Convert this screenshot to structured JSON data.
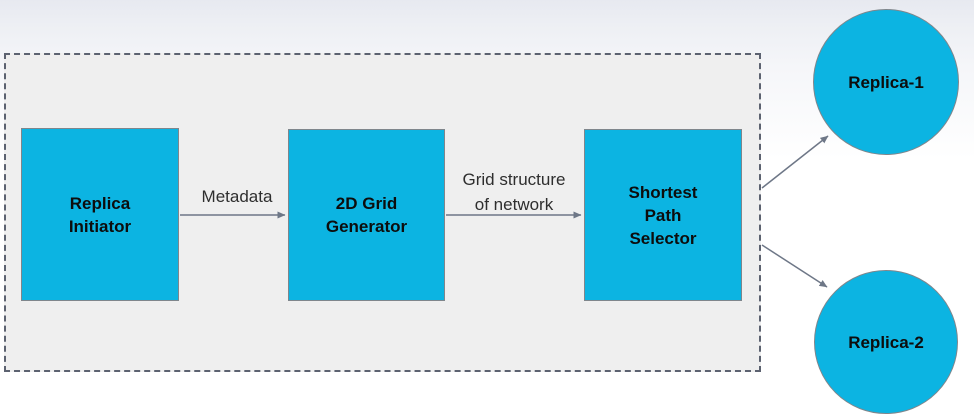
{
  "diagram": {
    "nodes": [
      {
        "id": "replica-initiator",
        "shape": "rect",
        "label": "Replica\nInitiator"
      },
      {
        "id": "2d-grid-generator",
        "shape": "rect",
        "label": "2D Grid\nGenerator"
      },
      {
        "id": "shortest-path-selector",
        "shape": "rect",
        "label": "Shortest\nPath\nSelector"
      },
      {
        "id": "replica-1",
        "shape": "circle",
        "label": "Replica-1"
      },
      {
        "id": "replica-2",
        "shape": "circle",
        "label": "Replica-2"
      }
    ],
    "edges": [
      {
        "from": "replica-initiator",
        "to": "2d-grid-generator",
        "label": "Metadata"
      },
      {
        "from": "2d-grid-generator",
        "to": "shortest-path-selector",
        "label": "Grid structure\nof network"
      },
      {
        "from": "shortest-path-selector",
        "to": "replica-1",
        "label": ""
      },
      {
        "from": "shortest-path-selector",
        "to": "replica-2",
        "label": ""
      }
    ],
    "colors": {
      "node_fill": "#0cb4e2",
      "node_border": "#7f868c",
      "arrow": "#6e7787",
      "dashed_border": "#5c6270",
      "container_fill": "#efefef",
      "text": "#0d0d0d"
    }
  }
}
